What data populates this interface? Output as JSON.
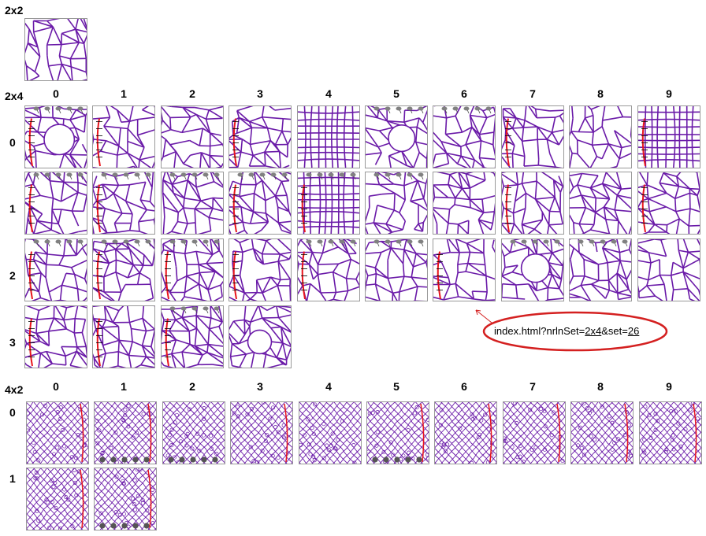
{
  "sections": {
    "s2x2": {
      "title": "2x2"
    },
    "s2x4": {
      "title": "2x4"
    },
    "s4x2": {
      "title": "4x2"
    }
  },
  "columns": [
    "0",
    "1",
    "2",
    "3",
    "4",
    "5",
    "6",
    "7",
    "8",
    "9"
  ],
  "rows_2x4": [
    "0",
    "1",
    "2",
    "3"
  ],
  "rows_4x2": [
    "0",
    "1"
  ],
  "callout": {
    "prefix": "index.html?nrlnSet=",
    "set_name": "2x4",
    "middle": "&set=",
    "set_index": "26"
  },
  "colors": {
    "thread": "#6a1aa8",
    "edge_red": "#e8141c",
    "pin": "#808080",
    "callout_ring": "#d42020"
  }
}
